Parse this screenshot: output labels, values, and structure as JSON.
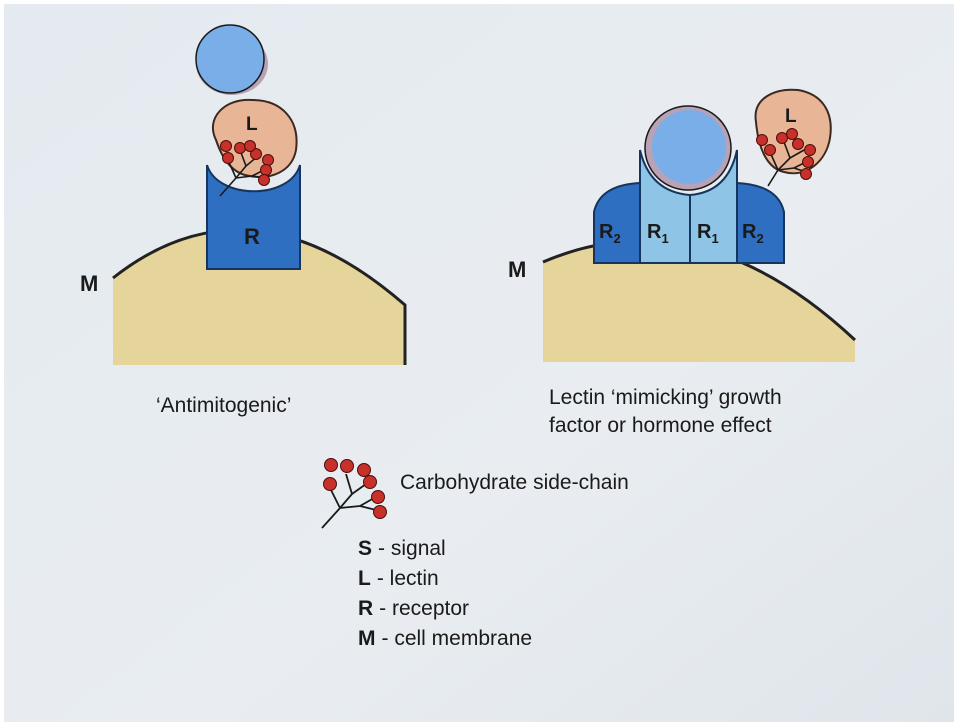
{
  "left_panel": {
    "membrane_label": "M",
    "receptor_label": "R",
    "lectin_label": "L",
    "caption": "‘Antimitogenic’"
  },
  "right_panel": {
    "membrane_label": "M",
    "receptor_labels": [
      {
        "letter": "R",
        "sub": "2"
      },
      {
        "letter": "R",
        "sub": "1"
      },
      {
        "letter": "R",
        "sub": "1"
      },
      {
        "letter": "R",
        "sub": "2"
      }
    ],
    "lectin_label": "L",
    "caption_line1": "Lectin ‘mimicking’ growth",
    "caption_line2": "factor or hormone effect"
  },
  "legend": {
    "carbohydrate": "Carbohydrate side-chain",
    "items": [
      {
        "key": "S",
        "text": "- signal"
      },
      {
        "key": "L",
        "text": "- lectin"
      },
      {
        "key": "R",
        "text": "- receptor"
      },
      {
        "key": "M",
        "text": "- cell membrane"
      }
    ]
  },
  "colors": {
    "background": "#e6ebef",
    "membrane": "#e6d59a",
    "signal": "#7aaee8",
    "lectin": "#e9b597",
    "receptor_dark": "#2f6fc2",
    "receptor_light": "#8ec4e6",
    "sugar": "#c8302a"
  }
}
